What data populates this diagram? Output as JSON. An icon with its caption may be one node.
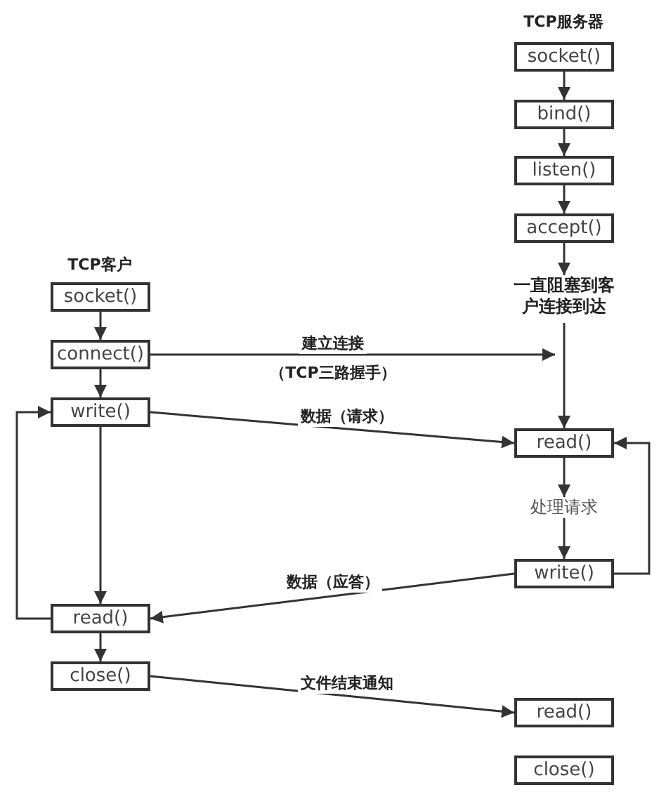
{
  "diagram": {
    "nodes": [
      {
        "text": [
          "socket()"
        ]
      },
      {
        "text": [
          "bind()"
        ]
      },
      {
        "text": [
          "listen()"
        ]
      },
      {
        "text": [
          "accept()"
        ]
      },
      {
        "text": [
          "一直阻塞到客户连接到达"
        ]
      },
      {
        "text": [
          "socket()"
        ]
      },
      {
        "text": [
          "connect()"
        ]
      },
      {
        "text": [
          "write()"
        ]
      },
      {
        "text": [
          "read()"
        ]
      },
      {
        "text": [
          "处理请求"
        ]
      },
      {
        "text": [
          "write()"
        ]
      },
      {
        "text": [
          "read()"
        ]
      },
      {
        "text": [
          "close()"
        ]
      },
      {
        "text": [
          "read()"
        ]
      },
      {
        "text": [
          "close()"
        ]
      }
    ],
    "edges": [
      {
        "from": 0,
        "to": 1,
        "arrow": "to"
      },
      {
        "from": 1,
        "to": 2,
        "arrow": "to"
      },
      {
        "from": 2,
        "to": 3,
        "arrow": "to"
      },
      {
        "from": 3,
        "to": 4,
        "arrow": "to"
      },
      {
        "from": 4,
        "to": 8,
        "arrow": "to"
      },
      {
        "from": 5,
        "to": 6,
        "arrow": "to"
      },
      {
        "from": 6,
        "to": 7,
        "arrow": "to"
      },
      {
        "from": 6,
        "to": 4,
        "arrow": "to",
        "label": "建立连接"
      },
      {
        "from": 7,
        "to": 8,
        "arrow": "to",
        "label": "数据（请求）"
      },
      {
        "from": 7,
        "to": 11,
        "arrow": "to"
      },
      {
        "from": 11,
        "to": 7,
        "arrow": "to"
      },
      {
        "from": 8,
        "to": 9,
        "arrow": "to"
      },
      {
        "from": 9,
        "to": 10,
        "arrow": "to"
      },
      {
        "from": 10,
        "to": 8,
        "arrow": "to"
      },
      {
        "from": 10,
        "to": 11,
        "arrow": "to",
        "label": "数据（应答）"
      },
      {
        "from": 11,
        "to": 12,
        "arrow": "to"
      },
      {
        "from": 12,
        "to": 13,
        "arrow": "to",
        "label": "文件结束通知"
      }
    ],
    "labels": [
      "TCP服务器",
      "TCP客户",
      "（TCP三路握手）"
    ]
  }
}
